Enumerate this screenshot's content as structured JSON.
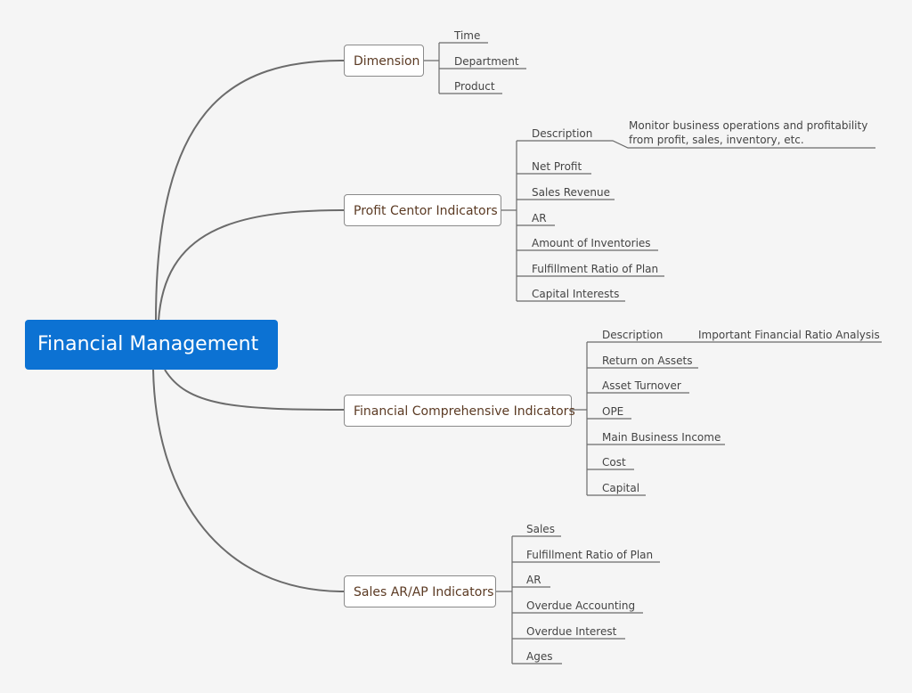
{
  "root": {
    "label": "Financial Management"
  },
  "branches": [
    {
      "label": "Dimension",
      "children": [
        "Time",
        "Department",
        "Product"
      ]
    },
    {
      "label": "Profit Centor Indicators",
      "description_label": "Description",
      "description_text": "Monitor business operations and profitability from profit, sales, inventory, etc.",
      "children": [
        "Net Profit",
        "Sales Revenue",
        "AR",
        "Amount of Inventories",
        "Fulfillment Ratio of Plan",
        "Capital Interests"
      ]
    },
    {
      "label": "Financial Comprehensive Indicators",
      "description_label": "Description",
      "description_text": "Important Financial Ratio Analysis",
      "children": [
        "Return on Assets",
        "Asset Turnover",
        "OPE",
        "Main Business Income",
        "Cost",
        "Capital"
      ]
    },
    {
      "label": "Sales AR/AP Indicators",
      "children": [
        "Sales",
        "Fulfillment Ratio of Plan",
        "AR",
        "Overdue Accounting",
        "Overdue Interest",
        "Ages"
      ]
    }
  ],
  "colors": {
    "root_bg": "#0c72d3",
    "line": "#6b6b6b",
    "node_text": "#5b3a23"
  }
}
